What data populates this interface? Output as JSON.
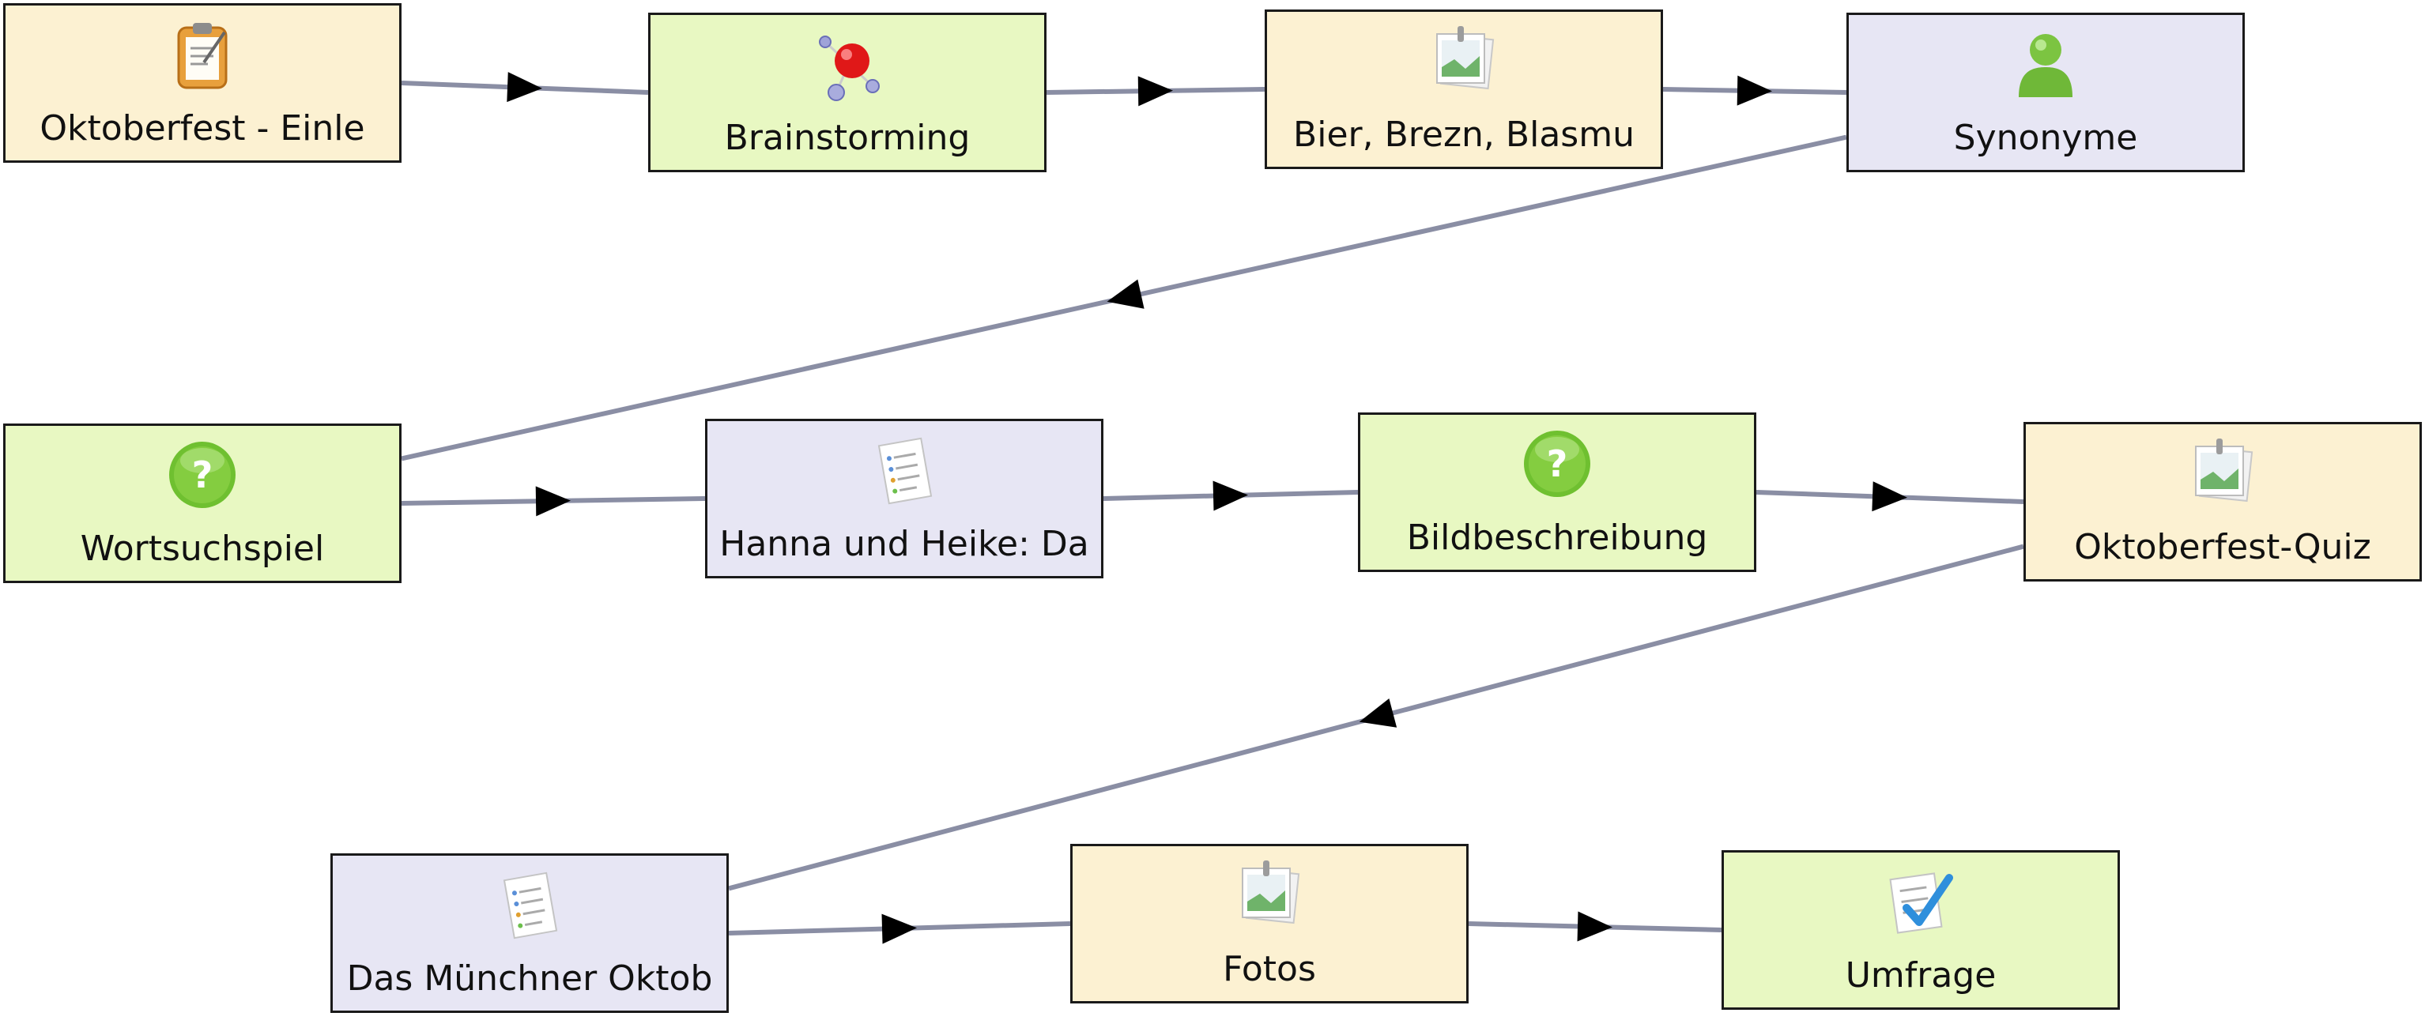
{
  "colors": {
    "activity": "#fcf1d2",
    "tool": "#e8f8c2",
    "resource": "#e7e6f4",
    "edge": "#8a8ea4",
    "border": "#1a1a1a"
  },
  "nodes": [
    {
      "id": "n1",
      "label": "Oktoberfest - Einle",
      "kind": "activity",
      "icon": "clipboard-icon"
    },
    {
      "id": "n2",
      "label": "Brainstorming",
      "kind": "tool",
      "icon": "molecule-icon"
    },
    {
      "id": "n3",
      "label": "Bier, Brezn, Blasmu",
      "kind": "activity",
      "icon": "image-stack-icon"
    },
    {
      "id": "n4",
      "label": "Synonyme",
      "kind": "resource",
      "icon": "user-icon"
    },
    {
      "id": "n5",
      "label": "Wortsuchspiel",
      "kind": "tool",
      "icon": "question-icon"
    },
    {
      "id": "n6",
      "label": "Hanna und Heike: Da",
      "kind": "resource",
      "icon": "document-icon"
    },
    {
      "id": "n7",
      "label": "Bildbeschreibung",
      "kind": "tool",
      "icon": "question-icon"
    },
    {
      "id": "n8",
      "label": "Oktoberfest-Quiz",
      "kind": "activity",
      "icon": "image-stack-icon"
    },
    {
      "id": "n9",
      "label": "Das Münchner Oktob",
      "kind": "resource",
      "icon": "document-icon"
    },
    {
      "id": "n10",
      "label": "Fotos",
      "kind": "activity",
      "icon": "image-stack-icon"
    },
    {
      "id": "n11",
      "label": "Umfrage",
      "kind": "tool",
      "icon": "checklist-icon"
    }
  ],
  "edges": [
    {
      "from": "n1",
      "to": "n2"
    },
    {
      "from": "n2",
      "to": "n3"
    },
    {
      "from": "n3",
      "to": "n4"
    },
    {
      "from": "n4",
      "to": "n5"
    },
    {
      "from": "n5",
      "to": "n6"
    },
    {
      "from": "n6",
      "to": "n7"
    },
    {
      "from": "n7",
      "to": "n8"
    },
    {
      "from": "n8",
      "to": "n9"
    },
    {
      "from": "n9",
      "to": "n10"
    },
    {
      "from": "n10",
      "to": "n11"
    }
  ]
}
